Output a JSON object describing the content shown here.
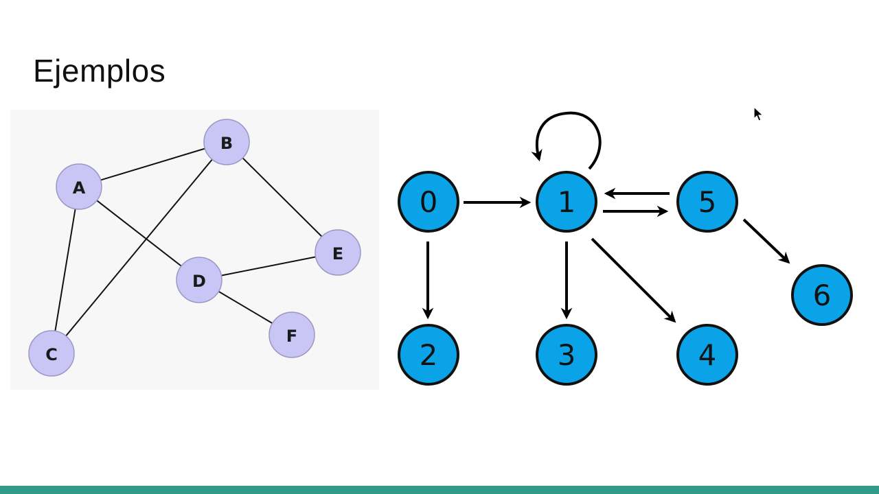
{
  "slide": {
    "title": "Ejemplos"
  },
  "undirected_graph": {
    "nodes": [
      "A",
      "B",
      "C",
      "D",
      "E",
      "F"
    ],
    "edges": [
      [
        "A",
        "B"
      ],
      [
        "A",
        "C"
      ],
      [
        "A",
        "D"
      ],
      [
        "B",
        "C"
      ],
      [
        "B",
        "E"
      ],
      [
        "D",
        "E"
      ],
      [
        "D",
        "F"
      ]
    ],
    "node_color": "#c9c6f5"
  },
  "directed_graph": {
    "nodes": [
      "0",
      "1",
      "2",
      "3",
      "4",
      "5",
      "6"
    ],
    "edges": [
      [
        "0",
        "1"
      ],
      [
        "0",
        "2"
      ],
      [
        "1",
        "1"
      ],
      [
        "1",
        "3"
      ],
      [
        "1",
        "4"
      ],
      [
        "1",
        "5"
      ],
      [
        "5",
        "1"
      ],
      [
        "5",
        "6"
      ]
    ],
    "node_color": "#0aa3e8"
  },
  "footer": {
    "color": "#2f9c8a"
  }
}
